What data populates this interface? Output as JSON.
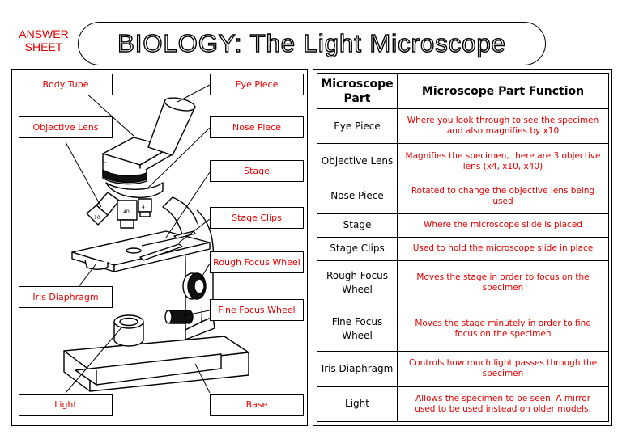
{
  "header": {
    "badge_line1": "ANSWER",
    "badge_line2": "SHEET",
    "title": "BIOLOGY: The Light Microscope"
  },
  "diagram": {
    "labels": {
      "body_tube": "Body Tube",
      "eye_piece": "Eye Piece",
      "objective_lens": "Objective Lens",
      "nose_piece": "Nose Piece",
      "stage": "Stage",
      "stage_clips": "Stage Clips",
      "rough_focus_wheel": "Rough Focus Wheel",
      "iris_diaphragm": "Iris Diaphragm",
      "fine_focus_wheel": "Fine Focus Wheel",
      "light": "Light",
      "base": "Base"
    },
    "lens_marks": [
      "10",
      "40",
      "4"
    ]
  },
  "table": {
    "headers": [
      "Microscope Part",
      "Microscope Part Function"
    ],
    "rows": [
      {
        "part": "Eye Piece",
        "function": "Where you look through to see the specimen and also magnifies by x10"
      },
      {
        "part": "Objective Lens",
        "function": "Magnifies the specimen, there are 3 objective lens (x4, x10, x40)"
      },
      {
        "part": "Nose Piece",
        "function": "Rotated to change the objective lens being used"
      },
      {
        "part": "Stage",
        "function": "Where the microscope slide is placed"
      },
      {
        "part": "Stage Clips",
        "function": "Used to hold the microscope slide in place"
      },
      {
        "part": "Rough Focus Wheel",
        "function": "Moves the stage in order to focus on the specimen"
      },
      {
        "part": "Fine Focus Wheel",
        "function": "Moves the stage minutely in order to fine focus on the specimen"
      },
      {
        "part": "Iris Diaphragm",
        "function": "Controls how much light passes through the specimen"
      },
      {
        "part": "Light",
        "function": "Allows the specimen to be seen. A mirror used to be used instead on older models."
      }
    ]
  },
  "colors": {
    "accent_red": "#e00000",
    "ink": "#000000",
    "background": "#ffffff"
  }
}
